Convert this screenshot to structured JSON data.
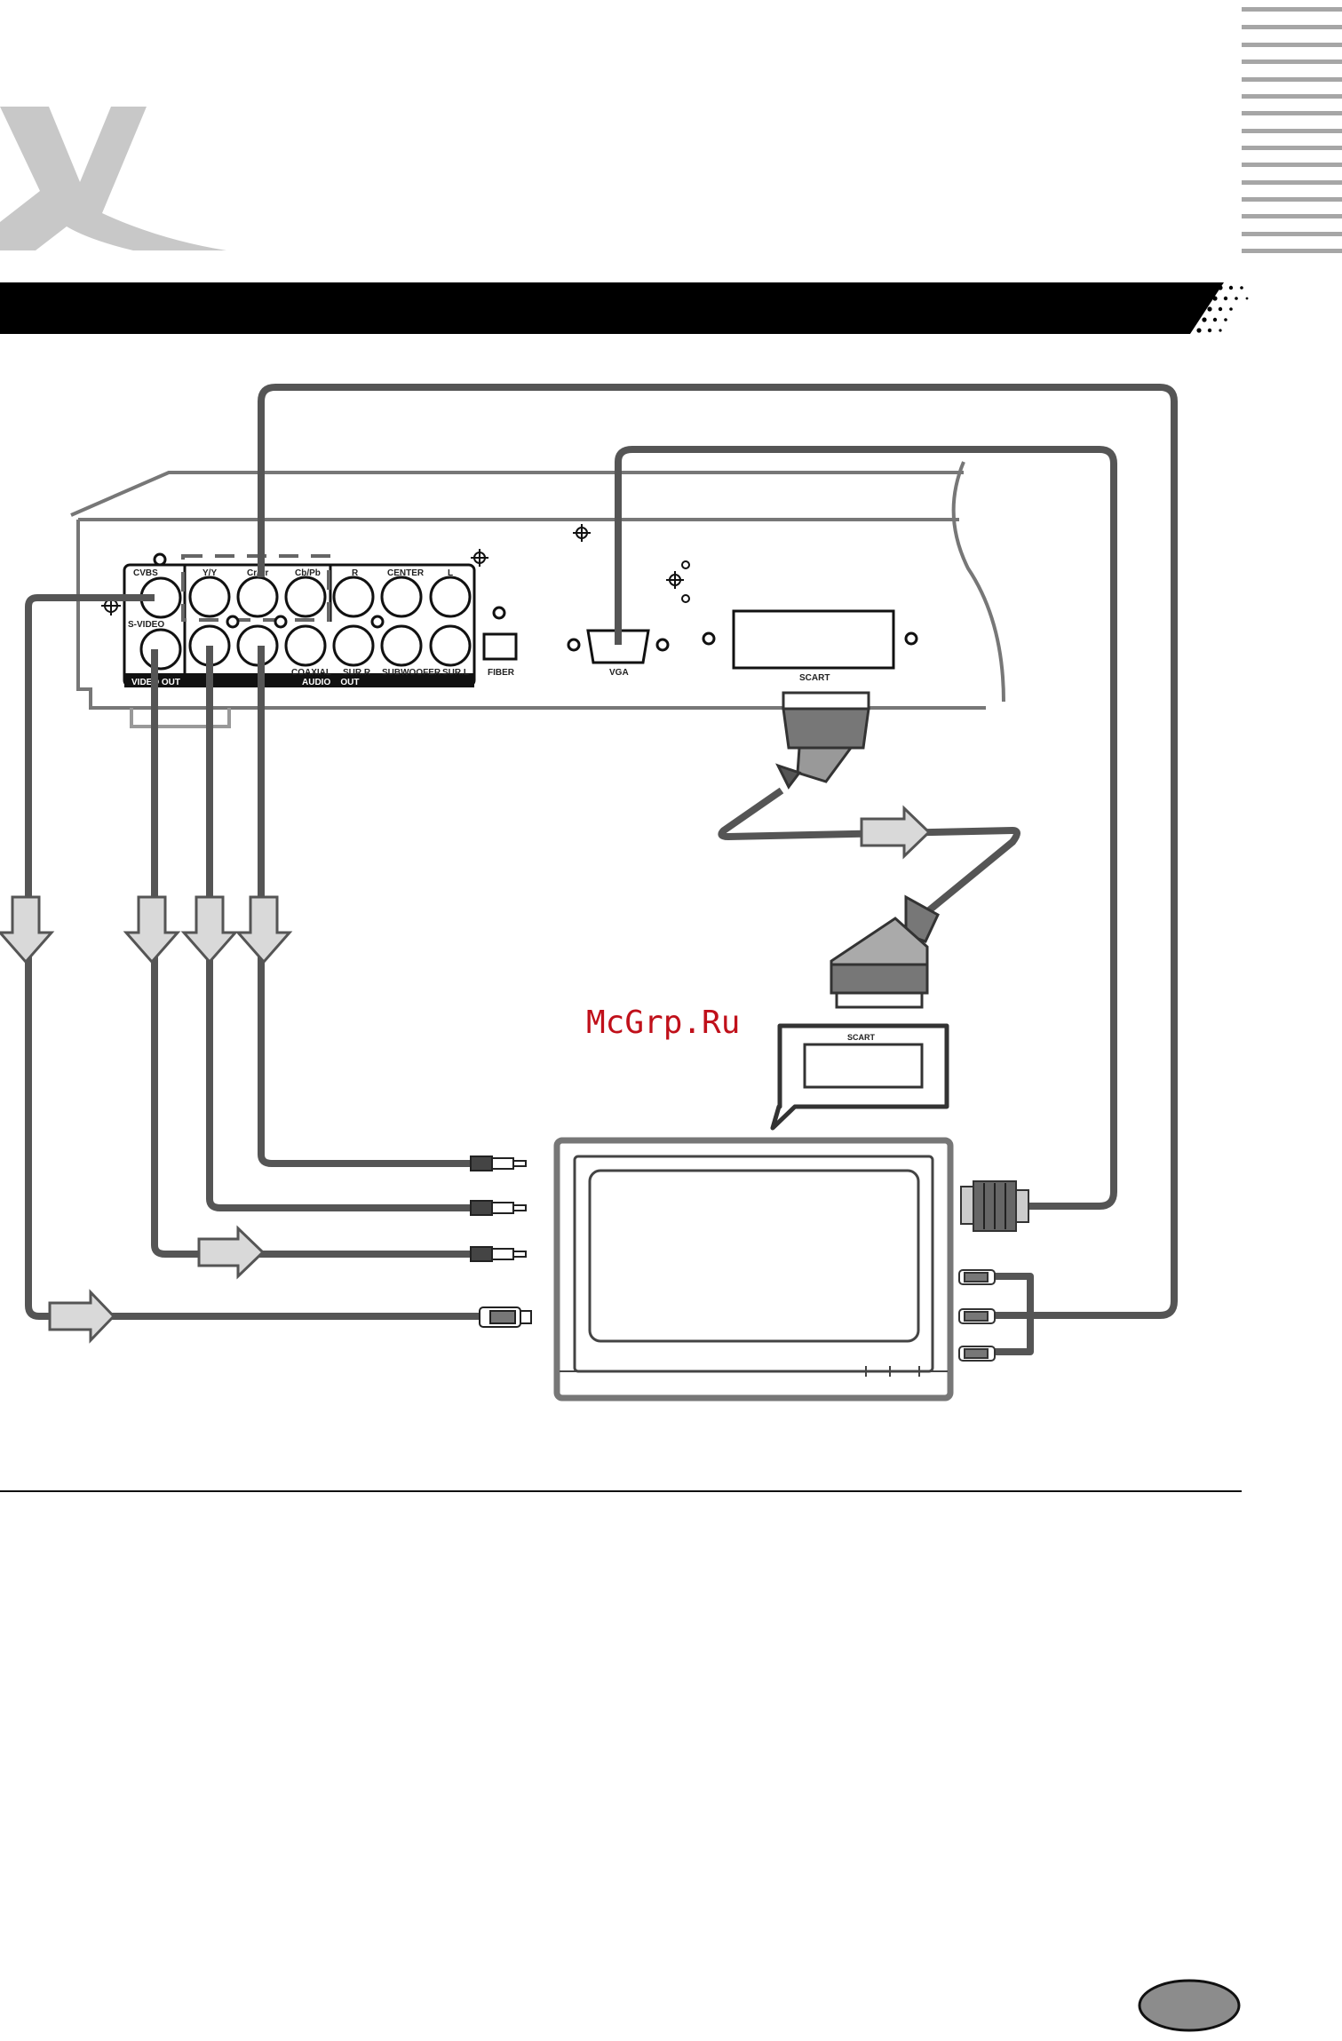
{
  "watermark": "McGrp.Ru",
  "player_panel": {
    "cvbs": "CVBS",
    "s_video": "S-VIDEO",
    "video_out": "VIDEO OUT",
    "y": "Y/Y",
    "cr": "Cr/Pr",
    "cb": "Cb/Pb",
    "r": "R",
    "center": "CENTER",
    "l": "L",
    "coaxial": "COAXIAL",
    "sur_r": "SUR.R",
    "subwoofer": "SUBWOOFER",
    "sur_l": "SUR.L",
    "audio_out": "AUDIO    OUT",
    "fiber": "FIBER",
    "vga": "VGA",
    "scart": "SCART"
  },
  "tv": {
    "scart": "SCART"
  },
  "colors": {
    "cable": "#555555",
    "arrow_fill": "#d9d9d9",
    "header_bar": "#000000",
    "page_tab": "#8c8c8c"
  }
}
